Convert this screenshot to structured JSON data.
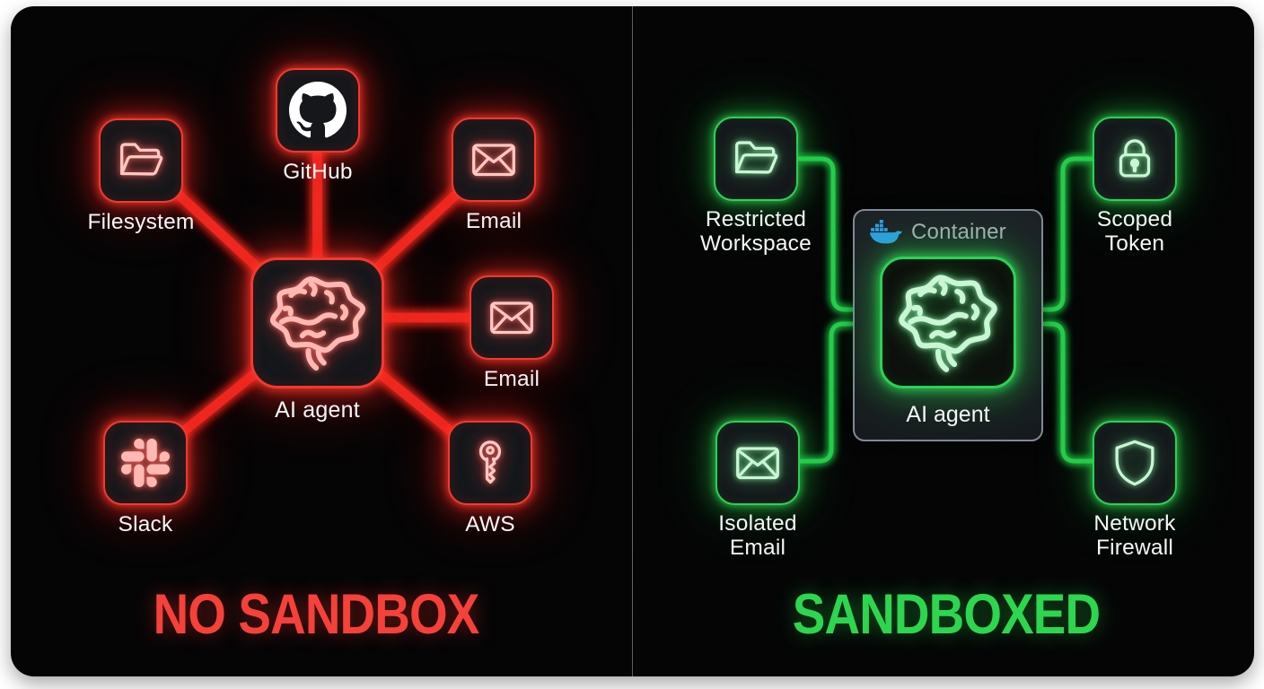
{
  "theme": {
    "red-border": "#f5382e",
    "red-line": "#ee2c24",
    "red-icon": "#ffc9c3",
    "red-title": "#f5413a",
    "green-border": "#2bd254",
    "green-line": "#27ce4b",
    "green-icon": "#c9f6d4",
    "green-title": "#2dd64f",
    "docker-blue": "#2e9fe8",
    "github-white": "#ffffff"
  },
  "left_panel": {
    "title": "NO SANDBOX",
    "center_node": {
      "label": "AI agent",
      "icon": "brain"
    },
    "nodes": [
      {
        "label": "Filesystem",
        "icon": "folder"
      },
      {
        "label": "GitHub",
        "icon": "github"
      },
      {
        "label": "Email",
        "icon": "envelope"
      },
      {
        "label": "Email",
        "icon": "envelope"
      },
      {
        "label": "Slack",
        "icon": "slack"
      },
      {
        "label": "AWS",
        "icon": "key"
      }
    ]
  },
  "right_panel": {
    "title": "SANDBOXED",
    "container": {
      "label": "Container",
      "icon": "docker-whale"
    },
    "agent_node": {
      "label": "AI agent",
      "icon": "brain"
    },
    "nodes": [
      {
        "label": "Restricted\nWorkspace",
        "icon": "folder"
      },
      {
        "label": "Scoped\nToken",
        "icon": "lock"
      },
      {
        "label": "Isolated\nEmail",
        "icon": "envelope"
      },
      {
        "label": "Network\nFirewall",
        "icon": "shield"
      }
    ]
  }
}
